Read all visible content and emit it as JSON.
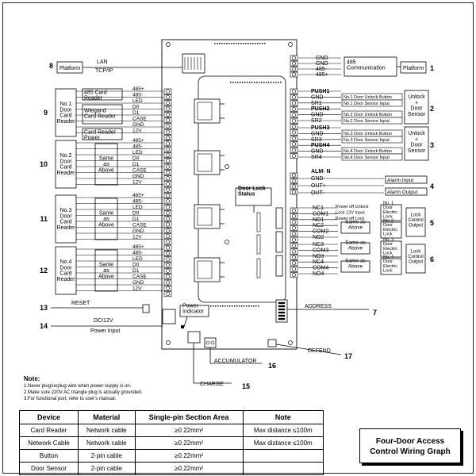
{
  "left_groups": [
    {
      "num": "8",
      "label": "Platform",
      "mid": "LAN\nTCP/IP"
    },
    {
      "num": "9",
      "label": "No.1\nDoor\nCard\nReader",
      "subs": [
        "485 Card\nReader",
        "Wiegand\nCard Reader",
        "Card Reader\nPower"
      ],
      "pins": [
        "485+",
        "485-",
        "LED",
        "D0",
        "D1",
        "CASE",
        "GND",
        "12V"
      ]
    },
    {
      "num": "10",
      "label": "No.2\nDoor\nCard\nReader",
      "same": "Same\nas\nAbove",
      "pins": [
        "485+",
        "485-",
        "LED",
        "D0",
        "D1",
        "CASE",
        "GND",
        "12V"
      ]
    },
    {
      "num": "11",
      "label": "No.3\nDoor\nCard\nReader",
      "same": "Same\nas\nAbove",
      "pins": [
        "485+",
        "485-",
        "LED",
        "D0",
        "D1",
        "CASE",
        "GND",
        "12V"
      ]
    },
    {
      "num": "12",
      "label": "No.4\nDoor\nCard\nReader",
      "same": "Same\nas\nAbove",
      "pins": [
        "485+",
        "485-",
        "LED",
        "D0",
        "D1",
        "CASE",
        "GND",
        "12V"
      ]
    }
  ],
  "reset": {
    "num": "13",
    "label": "RESET"
  },
  "power": {
    "num": "14",
    "label1": "DC/12V",
    "label2": "Power Input"
  },
  "charge": {
    "num": "15",
    "label": "CHARGE"
  },
  "accumulator": {
    "num": "16",
    "label": "ACCUMULATOR"
  },
  "defend": {
    "num": "17",
    "label": "DEFEND"
  },
  "address": {
    "num": "7",
    "label": "ADDRESS"
  },
  "power_indicator": "Power\nIndicator",
  "door_lock_status": "Door Lock\nStatus",
  "comm": {
    "num": "1",
    "pins": [
      "GND",
      "GND",
      "485-",
      "485+"
    ],
    "box": "485\nCommunication",
    "platform": "Platform"
  },
  "push_groups": [
    {
      "num": "2",
      "pins": [
        "PUSH1",
        "GND",
        "SR1",
        "PUSH2",
        "GND",
        "SR2"
      ],
      "labels": [
        "No.1 Door Unlock Button",
        "No.1 Door Sensor Input",
        "No.2 Door Unlock Button",
        "No.2 Door Sensor Input"
      ],
      "box": "Unlock\n+\nDoor\nSensor"
    },
    {
      "num": "3",
      "pins": [
        "PUSH3",
        "GND",
        "SR3",
        "PUSH4",
        "GND",
        "SR4"
      ],
      "labels": [
        "No.3 Door Unlock Button",
        "No.3 Door Sensor Input",
        "No.4 Door Unlock Button",
        "No.4 Door Sensor Input"
      ],
      "box": "Unlock\n+\nDoor\nSensor"
    }
  ],
  "alarm": {
    "num": "4",
    "pins": [
      "ALM- N",
      "GND",
      "OUT+",
      "OUT-"
    ],
    "labels": [
      "Alarm Input",
      "Alarm Output"
    ]
  },
  "lock_groups": [
    {
      "num": "5",
      "pins": [
        "NC1",
        "COM1",
        "NO1",
        "NC2",
        "COM2",
        "NO2"
      ],
      "labels": [
        "Power off Unlock",
        "Lock 12V Input",
        "Power off Lock"
      ],
      "same": "Same as\nAbove",
      "door1": "No. 1\nDoor\nElectric\nLock",
      "door2": "No. 2\nDoor\nElectric\nLock",
      "box": "Lock\nControl\nOutput"
    },
    {
      "num": "6",
      "pins": [
        "NC3",
        "COM3",
        "NO3",
        "NC4",
        "COM4",
        "NO4"
      ],
      "same1": "Same as\nAbove",
      "same2": "Same as\nAbove",
      "door1": "No. 3\nDoor\nElectric\nLock",
      "door2": "No. 4\nDoor\nElectric\nLock",
      "box": "Lock\nControl\nOutput"
    }
  ],
  "note": {
    "title": "Note:",
    "lines": [
      "1.Never plug/unplug wire when power supply is on.",
      "2.Make sure 220V AC triangle plug is actually grounded.",
      "3.For functional port, refer to user's manual."
    ]
  },
  "table": {
    "headers": [
      "Device",
      "Material",
      "Single-pin Section Area",
      "Note"
    ],
    "rows": [
      [
        "Card Reader",
        "Network cable",
        "≥0.22mm²",
        "Max distance ≤100m"
      ],
      [
        "Network Cable",
        "Network cable",
        "≥0.22mm²",
        "Max distance ≤100m"
      ],
      [
        "Button",
        "2-pin cable",
        "≥0.22mm²",
        ""
      ],
      [
        "Door Sensor",
        "2-pin cable",
        "≥0.22mm²",
        ""
      ]
    ]
  },
  "title": "Four-Door Access\nControl Wiring Graph"
}
